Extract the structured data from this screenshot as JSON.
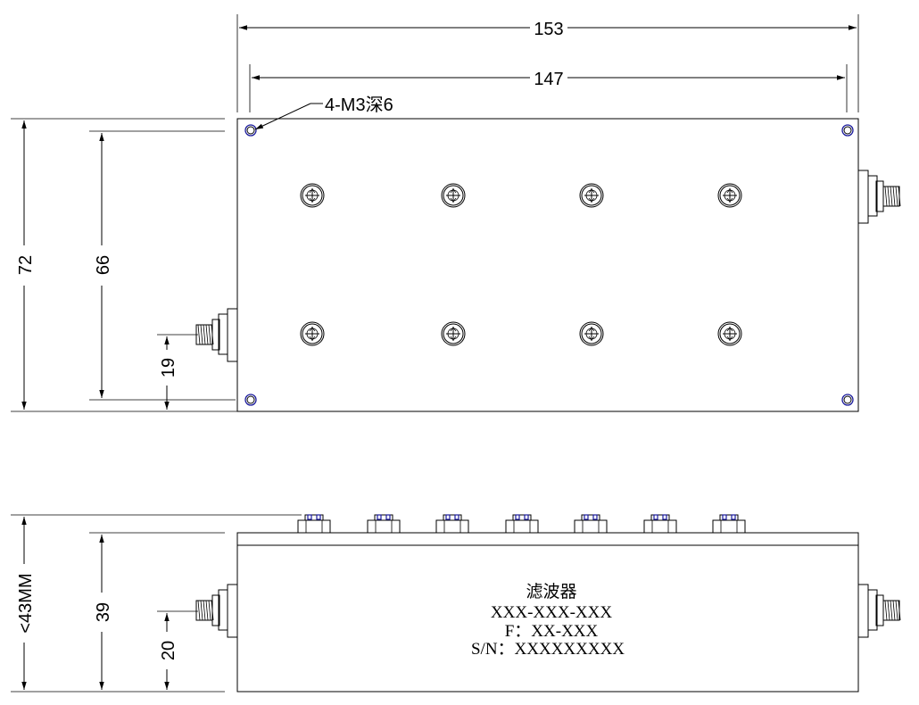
{
  "top_view": {
    "dims": {
      "overall_width": "153",
      "hole_spacing_width": "147",
      "overall_height": "72",
      "hole_spacing_height": "66",
      "connector_offset": "19"
    },
    "hole_callout": "4-M3深6"
  },
  "side_view": {
    "dims": {
      "max_height": "<43MM",
      "body_height": "39",
      "connector_offset": "20"
    },
    "label": {
      "line1": "滤波器",
      "line2": "XXX-XXX-XXX",
      "line3": "F：XX-XXX",
      "line4": "S/N：XXXXXXXXX"
    }
  },
  "colors": {
    "line": "#000000",
    "accent": "#1a1a9c"
  }
}
